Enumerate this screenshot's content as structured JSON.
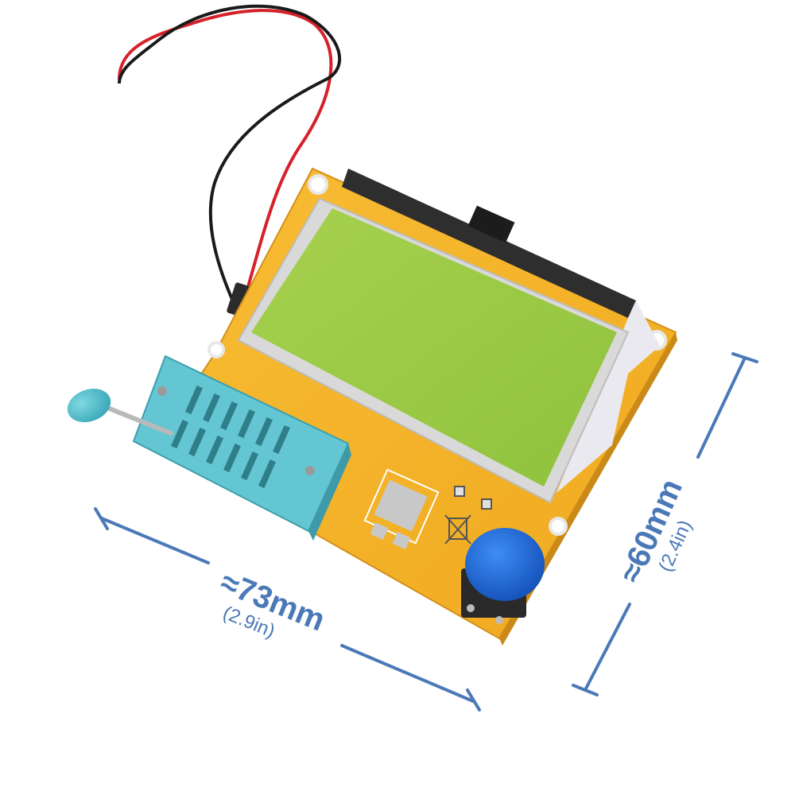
{
  "product": {
    "colors": {
      "pcb": "#f4b32a",
      "lcd": "#9fcf4a",
      "socket": "#5fc3cf",
      "button": "#1f6fe0",
      "dimension": "#4b79b8",
      "wire_red": "#d6202a",
      "wire_black": "#1a1a1a"
    },
    "icons": [
      "zif-socket-icon",
      "push-button-icon",
      "lcd-screen-icon",
      "weee-bin-icon"
    ]
  },
  "dimensions": {
    "width": {
      "main": "≈73mm",
      "sub": "(2.9in)"
    },
    "height": {
      "main": "≈60mm",
      "sub": "(2.4in)"
    }
  }
}
